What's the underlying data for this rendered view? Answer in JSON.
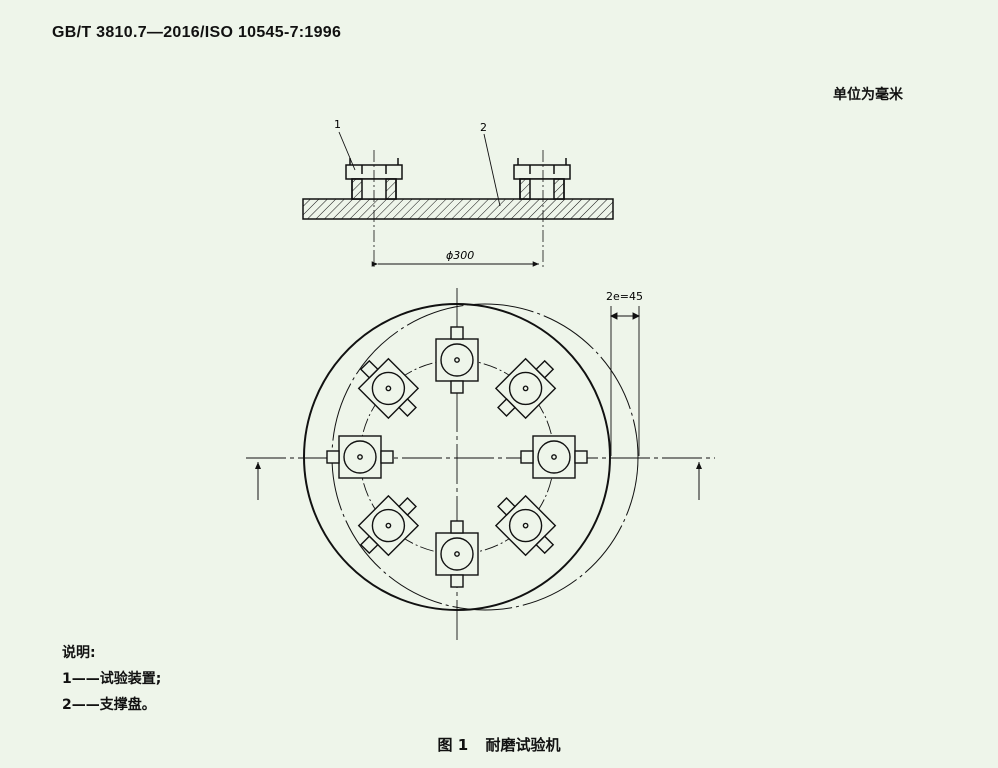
{
  "header": {
    "standard": "GB/T 3810.7—2016/ISO 10545-7:1996"
  },
  "unit": "单位为毫米",
  "drawing": {
    "label_1": "1",
    "label_2": "2",
    "diameter_label": "ϕ300",
    "eccentricity_label": "2e=45"
  },
  "legend": {
    "title": "说明:",
    "items": [
      {
        "num": "1",
        "dash": "——",
        "text": "试验装置;"
      },
      {
        "num": "2",
        "dash": "——",
        "text": "支撑盘。"
      }
    ]
  },
  "caption": {
    "figure_no": "图 1",
    "title": "耐磨试验机"
  }
}
